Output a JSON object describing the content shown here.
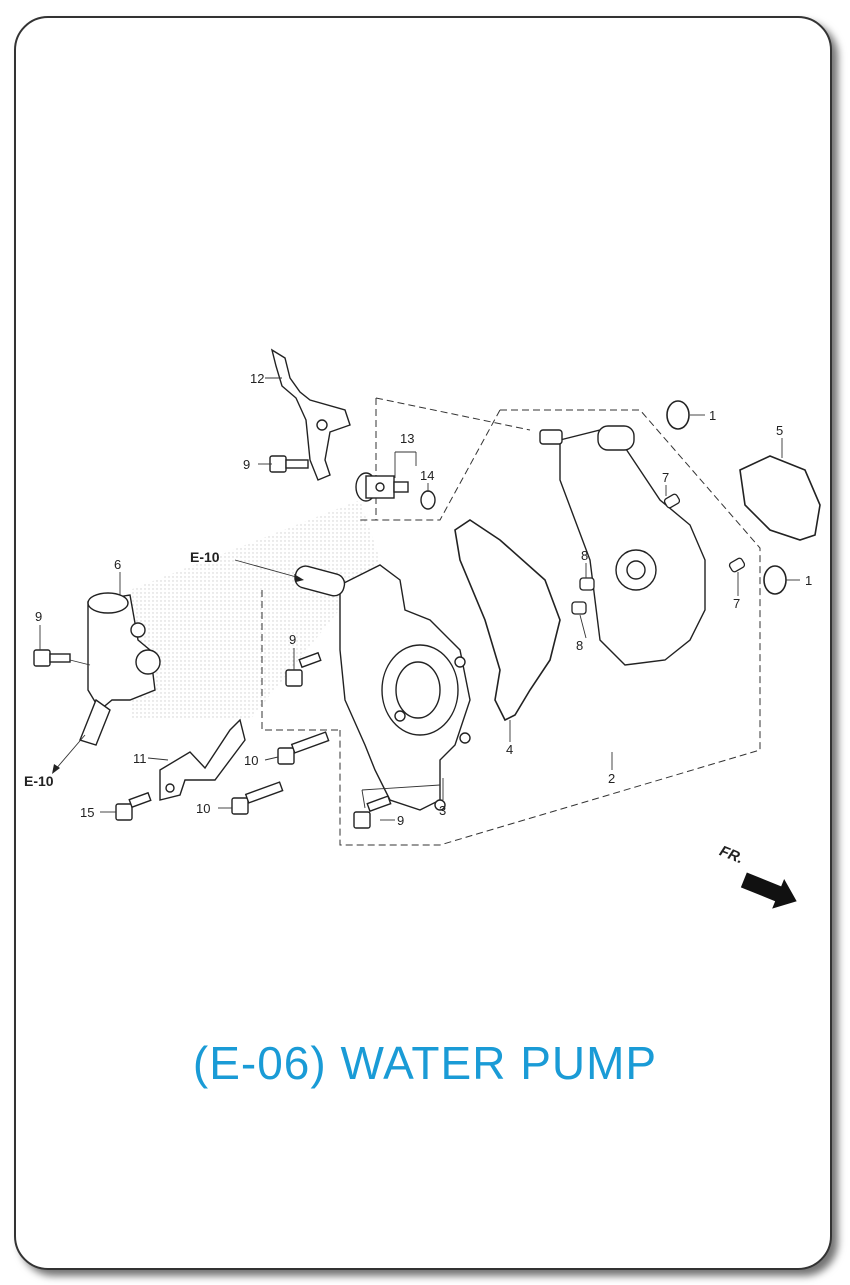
{
  "title": "(E-06) WATER PUMP",
  "colors": {
    "title": "#1a9bd6",
    "frame": "#333333",
    "line": "#222222"
  },
  "callouts": {
    "c1a": "1",
    "c1b": "1",
    "c2": "2",
    "c3": "3",
    "c4": "4",
    "c5": "5",
    "c6": "6",
    "c7a": "7",
    "c7b": "7",
    "c8a": "8",
    "c8b": "8",
    "c9a": "9",
    "c9b": "9",
    "c9c": "9",
    "c9d": "9",
    "c10a": "10",
    "c10b": "10",
    "c11": "11",
    "c12": "12",
    "c13": "13",
    "c14": "14",
    "c15": "15"
  },
  "refs": {
    "e10_top": "E-10",
    "e10_bottom": "E-10"
  },
  "direction": {
    "label": "FR.",
    "icon": "arrow-right-down-icon"
  }
}
